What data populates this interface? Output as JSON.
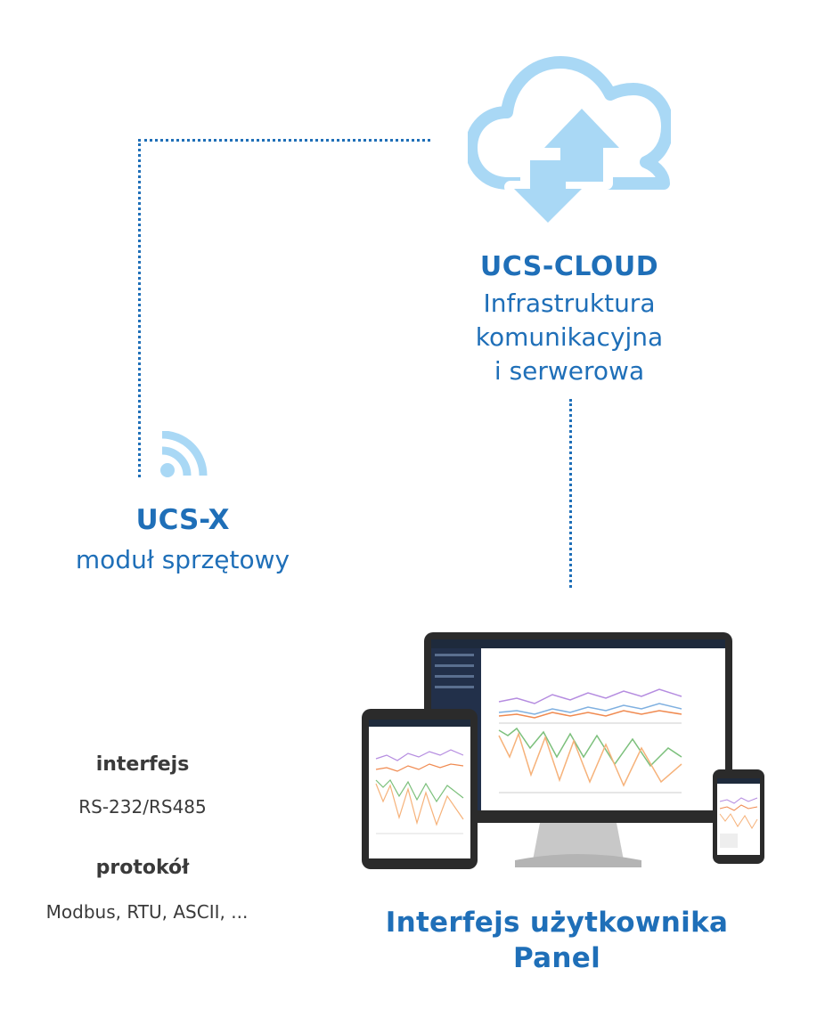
{
  "colors": {
    "brand_blue": "#1f6fb8",
    "icon_light_blue": "#a9d8f5",
    "text_dark": "#3a3a3a"
  },
  "cloud": {
    "icon": "cloud-upload-download-icon",
    "title": "UCS-CLOUD",
    "subtitle_lines": [
      "Infrastruktura",
      "komunikacyjna",
      "i serwerowa"
    ]
  },
  "module": {
    "icon": "wireless-signal-icon",
    "title": "UCS-X",
    "subtitle": "moduł sprzętowy"
  },
  "specs": {
    "interface_label": "interfejs",
    "interface_value": "RS-232/RS485",
    "protocol_label": "protokół",
    "protocol_value": "Modbus, RTU, ASCII, ..."
  },
  "panel": {
    "icon": "responsive-devices-icon",
    "title_line1": "Interfejs użytkownika",
    "title_line2": "Panel"
  }
}
